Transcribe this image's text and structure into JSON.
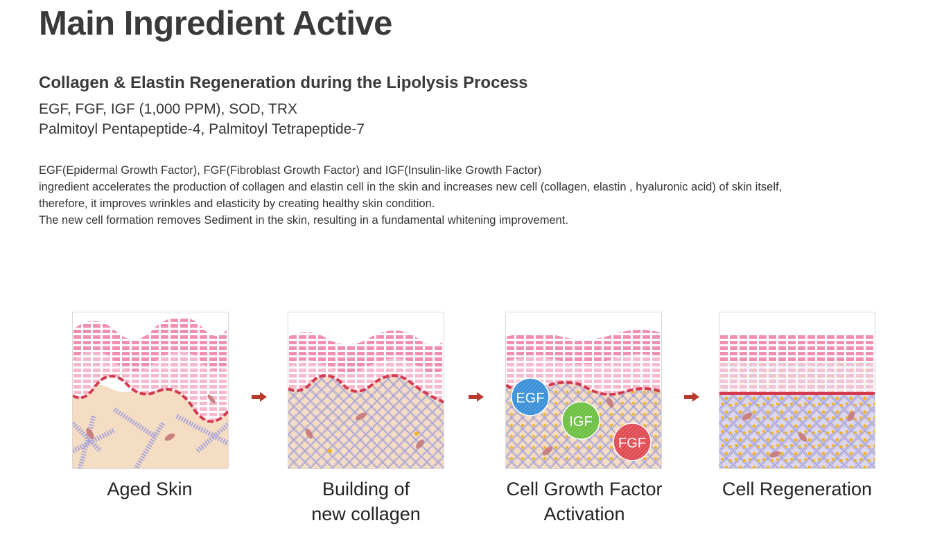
{
  "title": "Main Ingredient Active",
  "subtitle": "Collagen & Elastin Regeneration during the Lipolysis Process",
  "ingredients": [
    "EGF, FGF, IGF (1,000 PPM), SOD, TRX",
    "Palmitoyl Pentapeptide-4, Palmitoyl Tetrapeptide-7"
  ],
  "description": [
    "EGF(Epidermal Growth Factor), FGF(Fibroblast Growth Factor) and IGF(Insulin-like Growth Factor)",
    "ingredient accelerates the production of collagen and elastin cell in the skin and increases new cell (collagen, elastin , hyaluronic acid) of skin itself,",
    "therefore, it improves wrinkles and elasticity by creating healthy skin condition.",
    "The new cell formation removes Sediment in the skin, resulting in a fundamental whitening improvement."
  ],
  "stages": [
    {
      "caption_line1": "Aged Skin",
      "caption_line2": ""
    },
    {
      "caption_line1": "Building of",
      "caption_line2": "new collagen"
    },
    {
      "caption_line1": "Cell Growth Factor",
      "caption_line2": "Activation"
    },
    {
      "caption_line1": "Cell Regeneration",
      "caption_line2": ""
    }
  ],
  "factors": {
    "egf": "EGF",
    "igf": "IGF",
    "fgf": "FGF"
  },
  "colors": {
    "epidermis": "#f08fae",
    "epidermis_light": "#f7c3d3",
    "membrane": "#d43a4e",
    "dermis": "#f5ddc4",
    "collagen": "#a8a4d8",
    "dots": "#f2b51e",
    "arrow": "#b83a2c",
    "egf": "#3a8fd6",
    "igf": "#6cbf43",
    "fgf": "#df4a52"
  }
}
